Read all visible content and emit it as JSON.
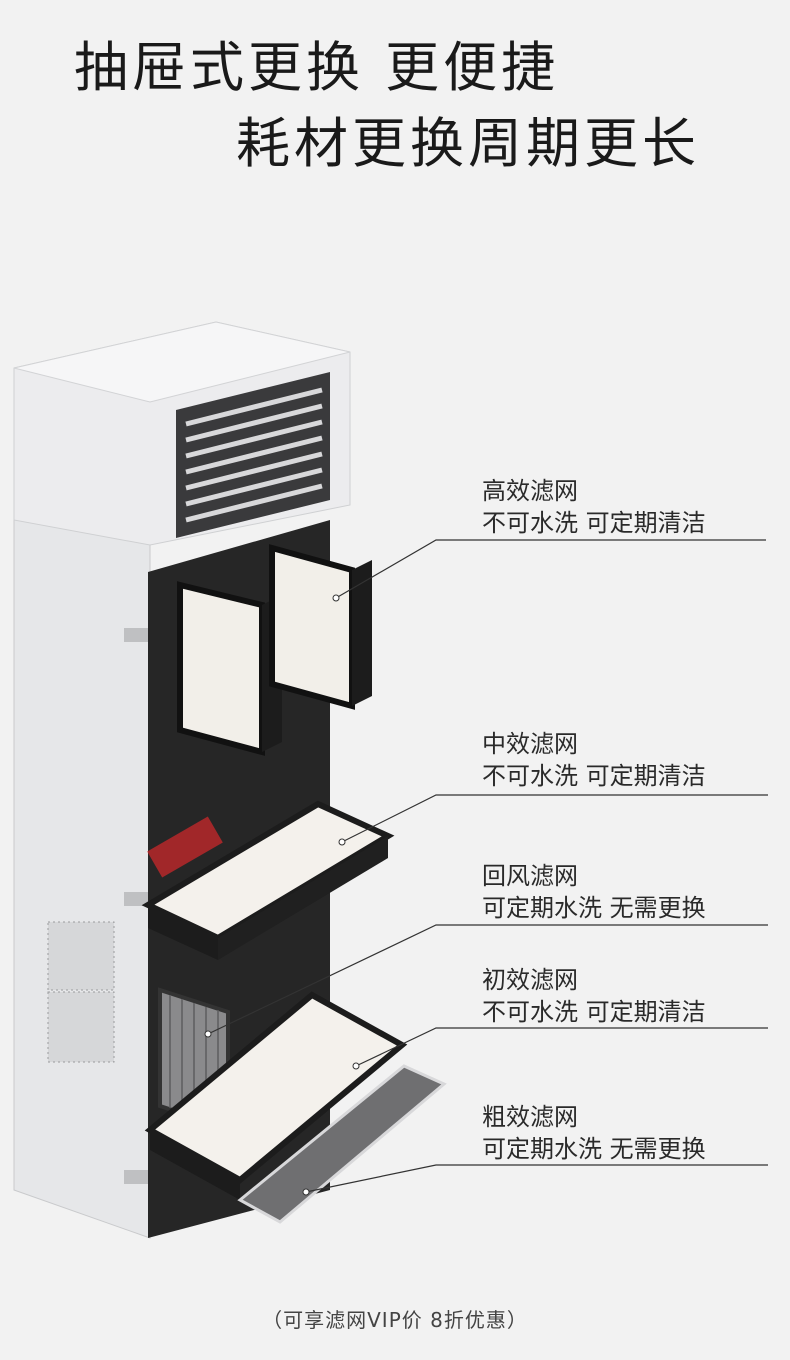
{
  "headline": {
    "line1": "抽屉式更换 更便捷",
    "line2": "耗材更换周期更长"
  },
  "callouts": [
    {
      "name": "高效滤网",
      "desc": "不可水洗  可定期清洁"
    },
    {
      "name": "中效滤网",
      "desc": "不可水洗  可定期清洁"
    },
    {
      "name": "回风滤网",
      "desc": "可定期水洗  无需更换"
    },
    {
      "name": "初效滤网",
      "desc": "不可水洗  可定期清洁"
    },
    {
      "name": "粗效滤网",
      "desc": "可定期水洗  无需更换"
    }
  ],
  "footnote": "（可享滤网VIP价 8折优惠）",
  "colors": {
    "background": "#f2f2f2",
    "cabinet": "#e9eaec",
    "interior": "#2a2a2a",
    "filter_media": "#f4f1ec",
    "filter_frame": "#1c1c1c",
    "accent_red": "#c0282a"
  }
}
